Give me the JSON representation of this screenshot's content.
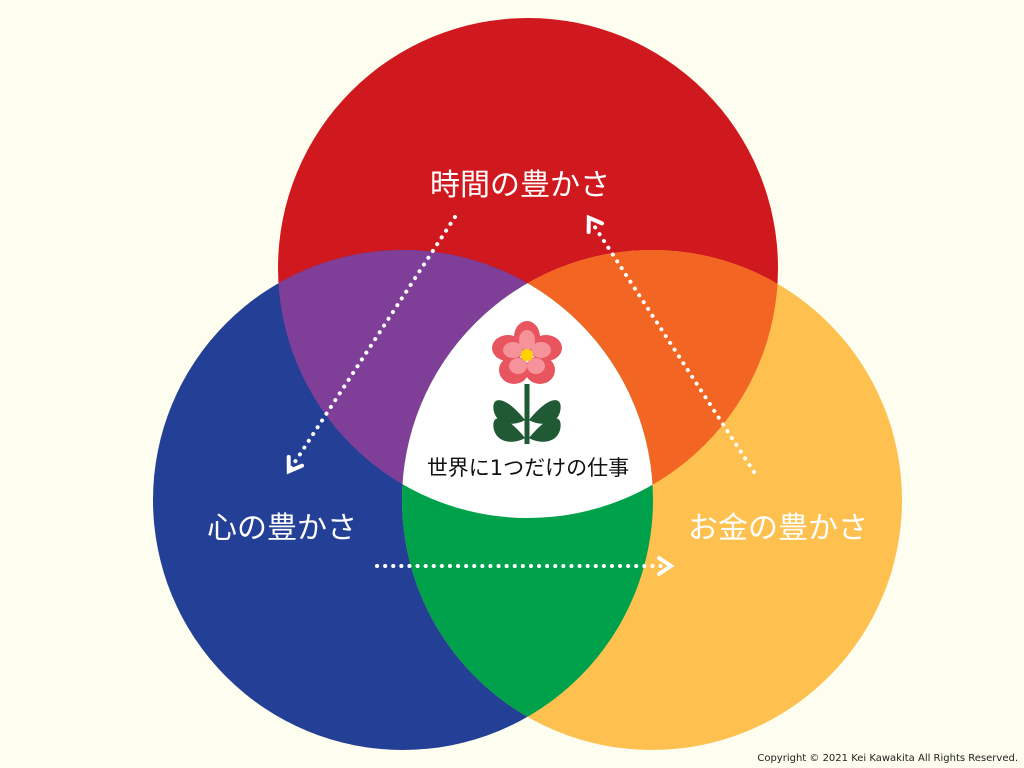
{
  "diagram": {
    "circles": [
      {
        "label": "時間の豊かさ",
        "color": "#d0191e"
      },
      {
        "label": "心の豊かさ",
        "color": "#233f96"
      },
      {
        "label": "お金の豊かさ",
        "color": "#fec14f"
      }
    ],
    "intersections": {
      "time_heart": "#7f3f98",
      "time_money": "#f26522",
      "heart_money": "#00a14b",
      "center": "#ffffff"
    },
    "center_label": "世界に1つだけの仕事",
    "center_icon": "flower-icon"
  },
  "footer": {
    "copyright": "Copyright © 2021 Kei Kawakita All Rights Reserved."
  }
}
